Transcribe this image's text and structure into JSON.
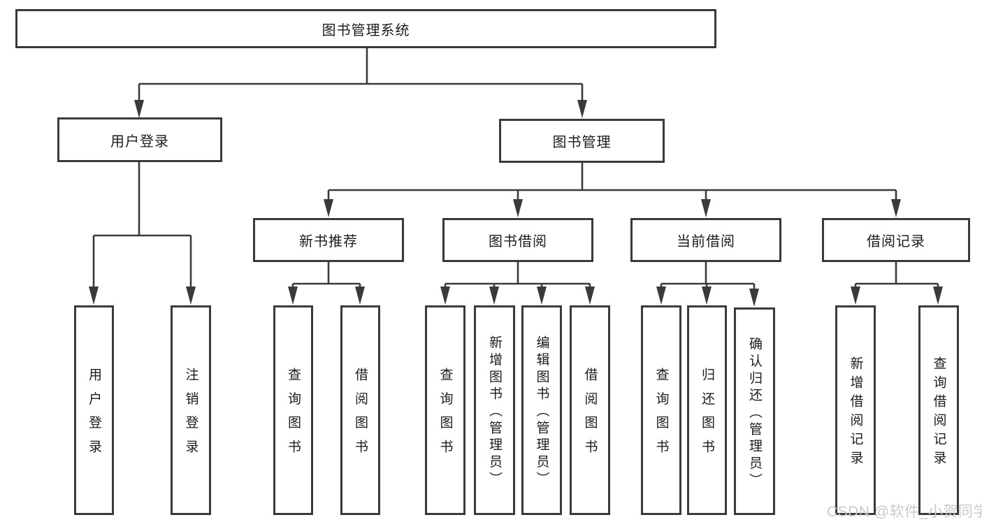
{
  "diagram": {
    "title": "图书管理系统",
    "root": {
      "label": "图书管理系统"
    },
    "branches": [
      {
        "label": "用户登录",
        "children": [
          {
            "label": "用户登录"
          },
          {
            "label": "注销登录"
          }
        ]
      },
      {
        "label": "图书管理",
        "groups": [
          {
            "label": "新书推荐",
            "children": [
              {
                "label": "查询图书"
              },
              {
                "label": "借阅图书"
              }
            ]
          },
          {
            "label": "图书借阅",
            "children": [
              {
                "label": "查询图书"
              },
              {
                "label": "新增图书（管理员）"
              },
              {
                "label": "编辑图书（管理员）"
              },
              {
                "label": "借阅图书"
              }
            ]
          },
          {
            "label": "当前借阅",
            "children": [
              {
                "label": "查询图书"
              },
              {
                "label": "归还图书"
              },
              {
                "label": "确认归还（管理员）"
              }
            ]
          },
          {
            "label": "借阅记录",
            "children": [
              {
                "label": "新增借阅记录"
              },
              {
                "label": "查询借阅记录"
              }
            ]
          }
        ]
      }
    ]
  },
  "watermark": {
    "text": "CSDN @软件_小贺同学"
  },
  "colors": {
    "line": "#3a3a3a",
    "text": "#1c1c1c",
    "box_background": "#ffffff",
    "watermark": "#c9c9c9",
    "page_background": "#ffffff"
  }
}
